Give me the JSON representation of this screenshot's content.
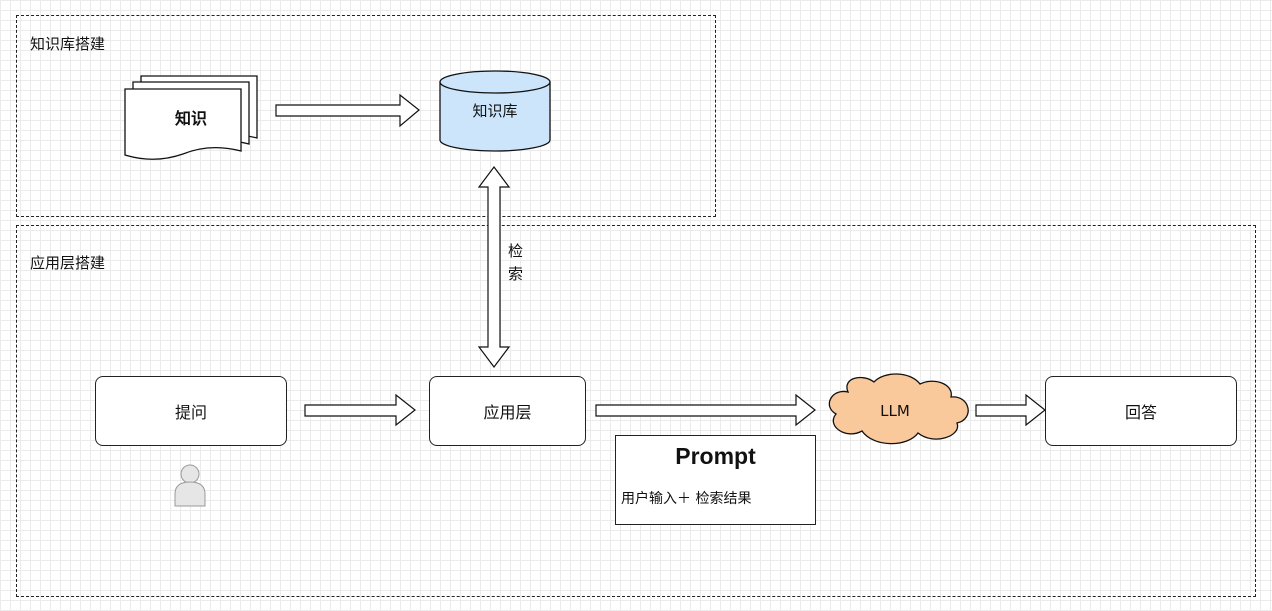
{
  "groups": {
    "knowledge_base": {
      "label": "知识库搭建"
    },
    "application": {
      "label": "应用层搭建"
    }
  },
  "nodes": {
    "knowledge": {
      "label": "知识",
      "icon": "document-stack-icon"
    },
    "knowledge_base": {
      "label": "知识库",
      "icon": "database-icon",
      "fill": "#cce5fa"
    },
    "question": {
      "label": "提问"
    },
    "app_layer": {
      "label": "应用层"
    },
    "llm": {
      "label": "LLM",
      "icon": "cloud-icon",
      "fill": "#f9c89b"
    },
    "answer": {
      "label": "回答"
    },
    "user": {
      "icon": "user-icon",
      "fill": "#e6e6e6"
    }
  },
  "edges": {
    "retrieve_label": "检\n索",
    "retrieve_line1": "检",
    "retrieve_line2": "索"
  },
  "prompt": {
    "title": "Prompt",
    "subtitle": "用户输入＋ 检索结果"
  }
}
